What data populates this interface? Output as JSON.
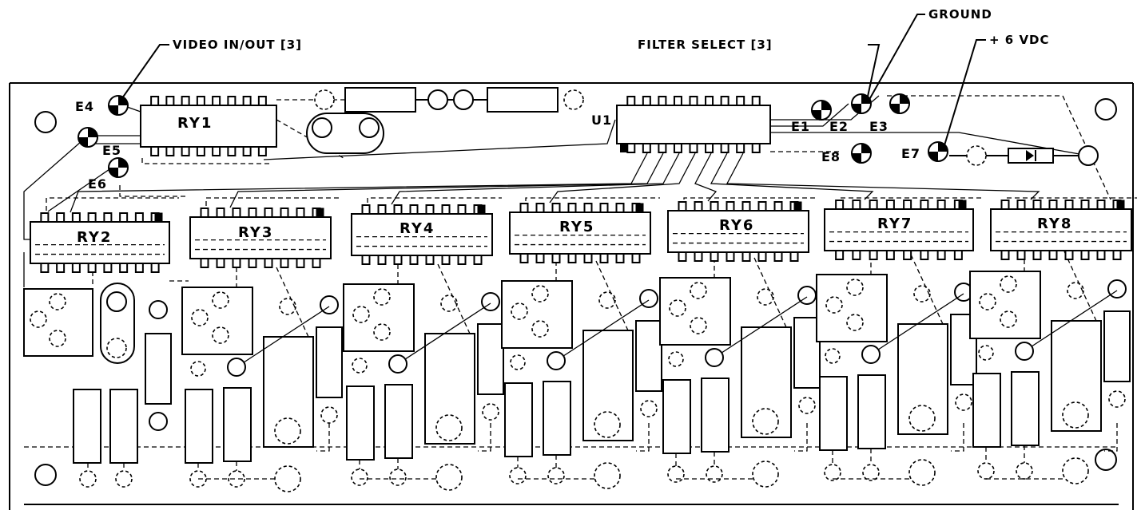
{
  "callouts": {
    "video": "VIDEO IN/OUT [3]",
    "filter": "FILTER SELECT [3]",
    "ground": "GROUND",
    "vdc": "+ 6 VDC"
  },
  "terminals": {
    "e1": "E1",
    "e2": "E2",
    "e3": "E3",
    "e4": "E4",
    "e5": "E5",
    "e6": "E6",
    "e7": "E7",
    "e8": "E8"
  },
  "chips": {
    "u1": "U1",
    "ry1": "RY1",
    "ry2": "RY2",
    "ry3": "RY3",
    "ry4": "RY4",
    "ry5": "RY5",
    "ry6": "RY6",
    "ry7": "RY7",
    "ry8": "RY8"
  }
}
